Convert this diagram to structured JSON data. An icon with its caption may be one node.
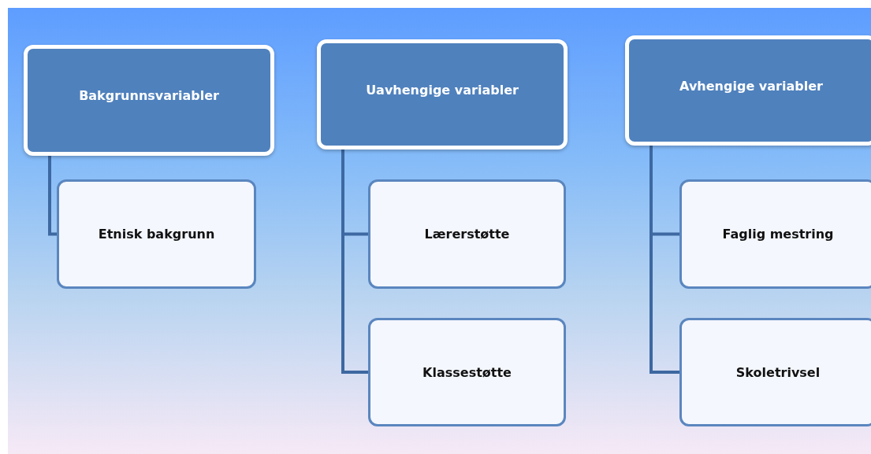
{
  "diagram": {
    "nodes": [
      {
        "text": [
          "Bakgrunnsvariabler"
        ]
      },
      {
        "text": [
          "Etnisk bakgrunn"
        ]
      },
      {
        "text": [
          "Uavhengige variabler"
        ]
      },
      {
        "text": [
          "Lærerstøtte"
        ]
      },
      {
        "text": [
          "Klassestøtte"
        ]
      },
      {
        "text": [
          "Avhengige variabler"
        ]
      },
      {
        "text": [
          "Faglig mestring"
        ]
      },
      {
        "text": [
          "Skoletrivsel"
        ]
      }
    ],
    "edges": [
      {
        "from": 0,
        "to": 1,
        "arrow": "none"
      },
      {
        "from": 2,
        "to": 3,
        "arrow": "none"
      },
      {
        "from": 2,
        "to": 4,
        "arrow": "none"
      },
      {
        "from": 5,
        "to": 6,
        "arrow": "none"
      },
      {
        "from": 5,
        "to": 7,
        "arrow": "none"
      }
    ]
  }
}
